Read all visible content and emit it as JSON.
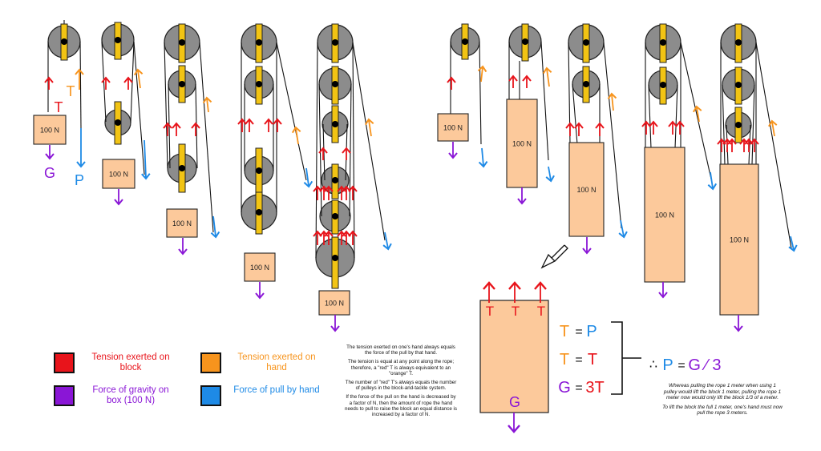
{
  "colors": {
    "tension_block": "#e8141b",
    "tension_hand": "#f7941d",
    "gravity": "#8a16d6",
    "pull": "#1e8ae6",
    "box_fill": "#fcc99b",
    "pulley_fill": "#8c8c8c",
    "strap_fill": "#f2c414"
  },
  "box_label": "100 N",
  "big_box_label": "100 N",
  "symbols": {
    "tension": "T",
    "gravity": "G",
    "pull": "P"
  },
  "legend": {
    "tension_block": "Tension exerted on block",
    "tension_hand": "Tension exerted on hand",
    "gravity": "Force of gravity on box (100 N)",
    "pull": "Force of pull by hand"
  },
  "equations": {
    "eq1_left": "T",
    "eq1_op": "=",
    "eq1_right": "P",
    "eq2_left": "T",
    "eq2_op": "=",
    "eq2_right": "T",
    "eq3_left": "G",
    "eq3_op": "=",
    "eq3_right": "3T",
    "therefore": "∴",
    "result_left": "P",
    "result_op": "=",
    "result_right": "G ⁄ 3"
  },
  "notes_center": [
    "The tension exerted on one's hand always equals the force of the pull by that hand.",
    "The tension is equal at any point along the rope; therefore, a \"red\" T is always equivalent to an \"orange\" T.",
    "The number of \"red\" T's always equals the number of pulleys in the block-and-tackle system.",
    "If the force of the pull on the hand is decreased by a factor of N, then the amount of rope the hand needs to pull to raise the block an equal distance is increased by a factor of N."
  ],
  "notes_right": [
    "Whereas pulling the rope 1 meter when using 1 pulley would lift the block 1 meter, pulling the rope 1 meter now would only lift the block 1/3 of a meter.",
    "To lift the block the full 1 meter, one's hand must now pull the rope 3 meters."
  ]
}
